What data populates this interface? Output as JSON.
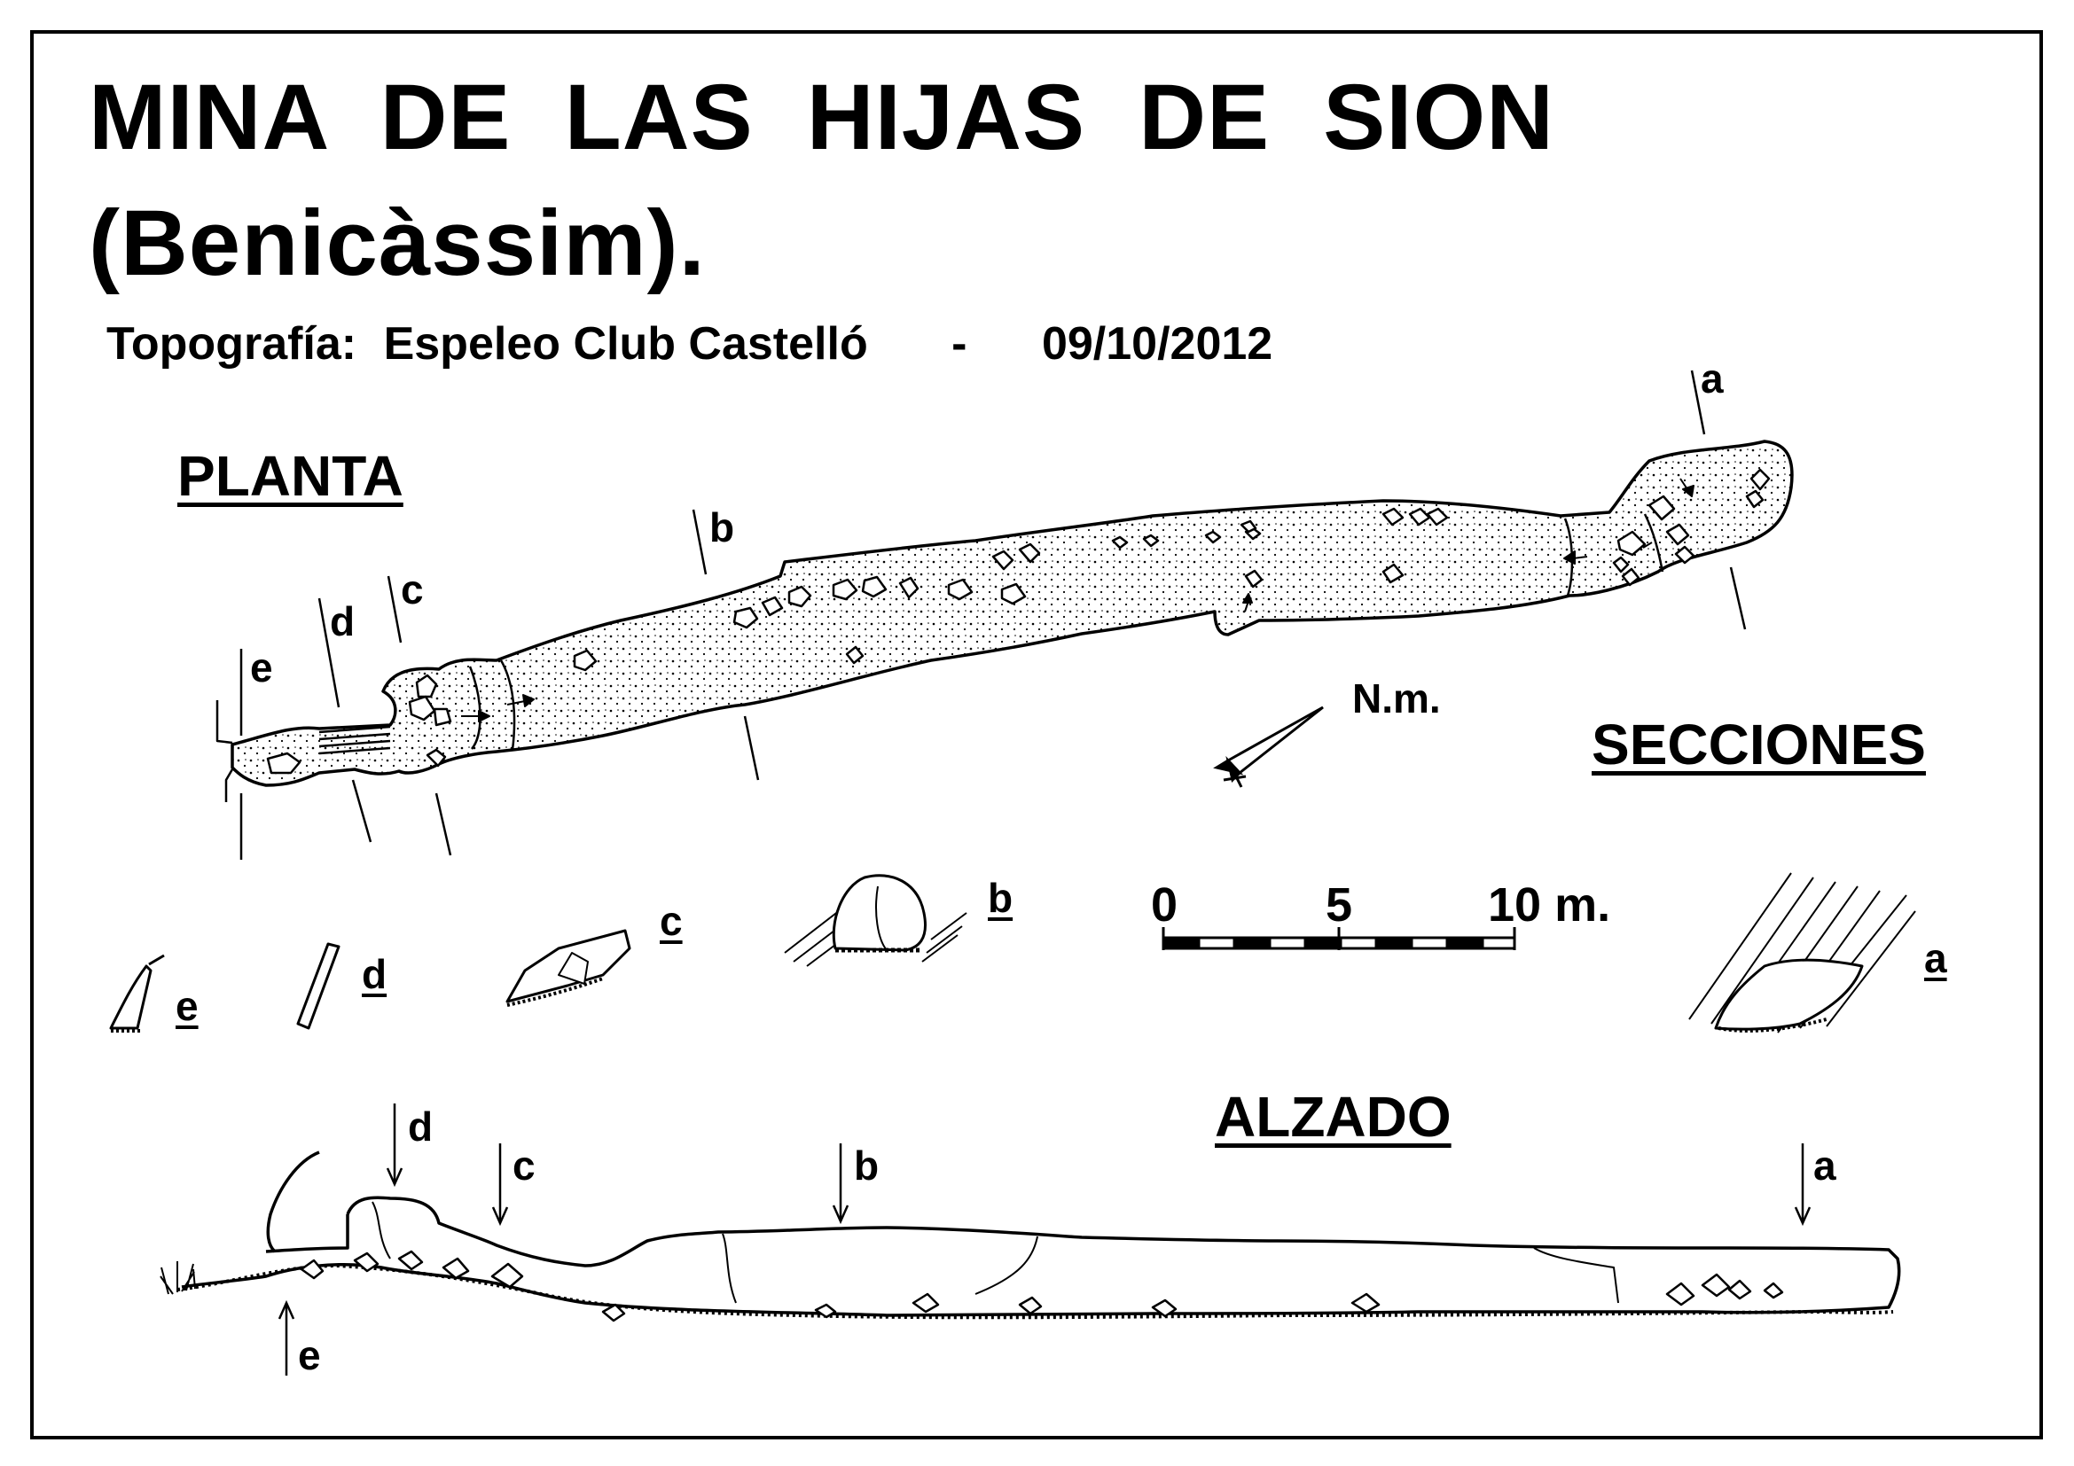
{
  "title_line1": "MINA DE LAS HIJAS DE SION",
  "title_line2": "(Benicàssim).",
  "credit": {
    "label": "Topografía:",
    "author": "Espeleo Club Castelló",
    "separator": "-",
    "date": "09/10/2012"
  },
  "sections_heading": {
    "planta": "PLANTA",
    "secciones": "SECCIONES",
    "alzado": "ALZADO"
  },
  "section_labels": {
    "a": "a",
    "b": "b",
    "c": "c",
    "d": "d",
    "e": "e"
  },
  "north_label": "N.m.",
  "scale": {
    "ticks": [
      "0",
      "5",
      "10 m."
    ]
  },
  "colors": {
    "ink": "#000000",
    "paper": "#ffffff"
  }
}
